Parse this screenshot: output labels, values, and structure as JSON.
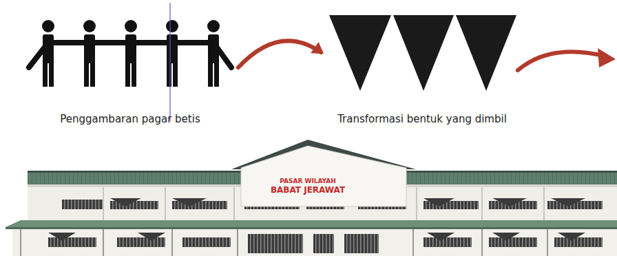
{
  "diagram": {
    "nodes": [
      {
        "text": [
          "Penggambaran pagar betis"
        ]
      },
      {
        "text": [
          "Transformasi bentuk yang dimbil"
        ]
      },
      {
        "text": [
          "PASAR WILAYAH",
          "BABAT JERAWAT"
        ]
      }
    ],
    "edges": [
      {
        "from": 0,
        "to": 1,
        "arrow": "to"
      }
    ]
  }
}
